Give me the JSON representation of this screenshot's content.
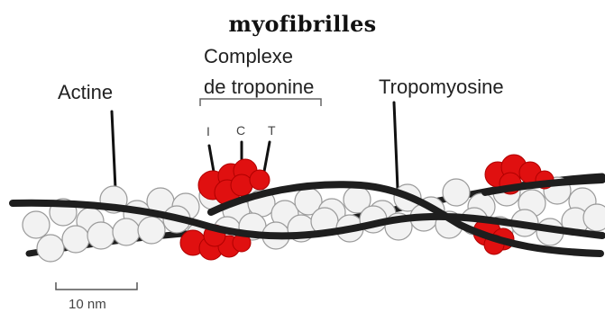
{
  "title": "myofibrilles",
  "labels": {
    "actine": "Actine",
    "complexe_line1": "Complexe",
    "complexe_line2": "de troponine",
    "tropomyosine": "Tropomyosine",
    "sub_i": "I",
    "sub_c": "C",
    "sub_t": "T"
  },
  "scale_bar": {
    "label": "10 nm"
  },
  "colors": {
    "actin_fill": "#f2f2f2",
    "actin_stroke": "#9a9a9a",
    "strand": "#1e1e1e",
    "troponin": "#e01010"
  }
}
